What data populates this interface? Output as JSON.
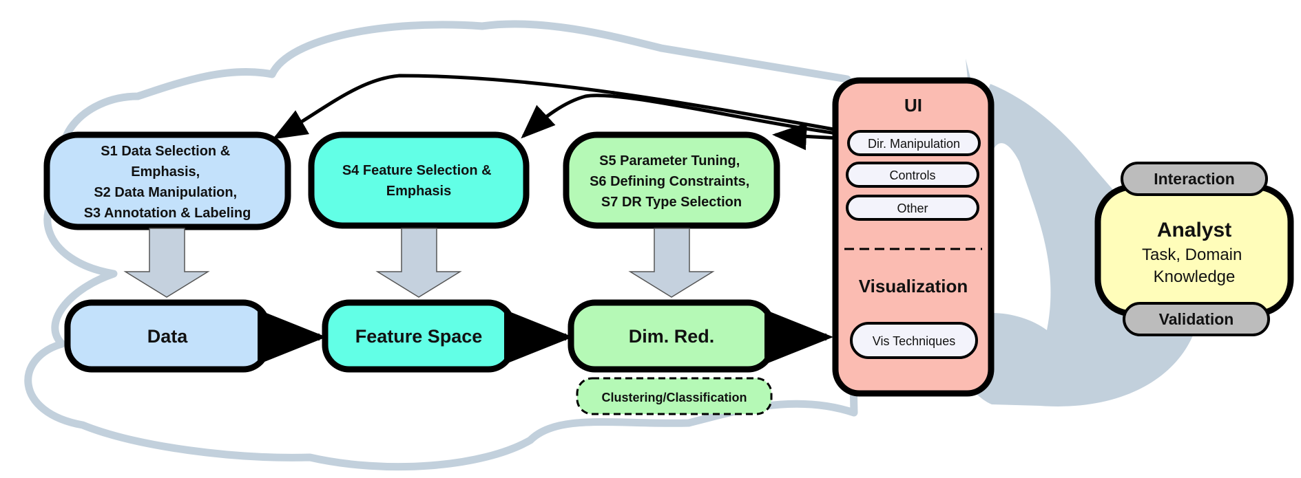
{
  "colors": {
    "cloud": "#c2d0dc",
    "data_blue": "#c3e1fb",
    "feature_cyan": "#62ffe6",
    "dimred_green": "#b5f9b6",
    "ui_salmon": "#fbbcb2",
    "analyst_yellow": "#fffdba",
    "pill_gray": "#bcbcbc"
  },
  "steps": {
    "data_steps": [
      "S1 Data Selection &",
      "Emphasis,",
      "S2 Data Manipulation,",
      "S3 Annotation & Labeling"
    ],
    "feature_steps": [
      "S4 Feature Selection &",
      "Emphasis"
    ],
    "dimred_steps": [
      "S5 Parameter Tuning,",
      "S6 Defining Constraints,",
      "S7 DR Type Selection"
    ]
  },
  "pipeline": {
    "data": "Data",
    "feature_space": "Feature Space",
    "dim_red": "Dim. Red.",
    "clustering": "Clustering/Classification"
  },
  "ui_panel": {
    "title": "UI",
    "items": [
      "Dir. Manipulation",
      "Controls",
      "Other"
    ],
    "visualization": "Visualization",
    "vis_techniques": "Vis Techniques"
  },
  "analyst": {
    "title": "Analyst",
    "lines": [
      "Task, Domain",
      "Knowledge"
    ],
    "interaction": "Interaction",
    "validation": "Validation"
  }
}
